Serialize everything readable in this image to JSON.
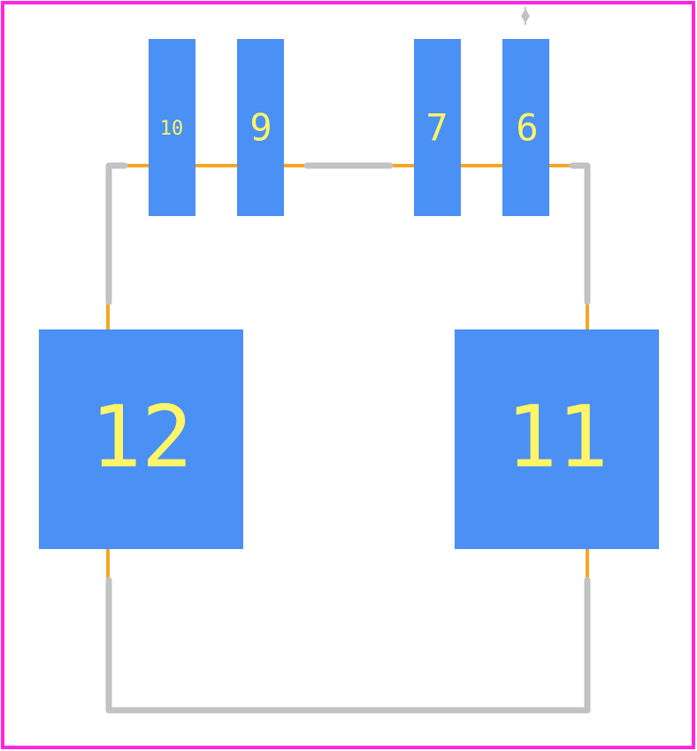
{
  "colors": {
    "board_outline": "#ff26e2",
    "pad_fill": "#4a90f5",
    "pad_label": "#fff566",
    "silkscreen": "#c2c2c2",
    "courtyard": "#f5a623",
    "background": "#ffffff"
  },
  "pads": [
    {
      "id": "pad-10",
      "label": "10"
    },
    {
      "id": "pad-9",
      "label": "9"
    },
    {
      "id": "pad-7",
      "label": "7"
    },
    {
      "id": "pad-6",
      "label": "6"
    },
    {
      "id": "pad-12",
      "label": "12"
    },
    {
      "id": "pad-11",
      "label": "11"
    }
  ],
  "icons": {
    "pin_one_marker": "origin-marker-icon"
  }
}
